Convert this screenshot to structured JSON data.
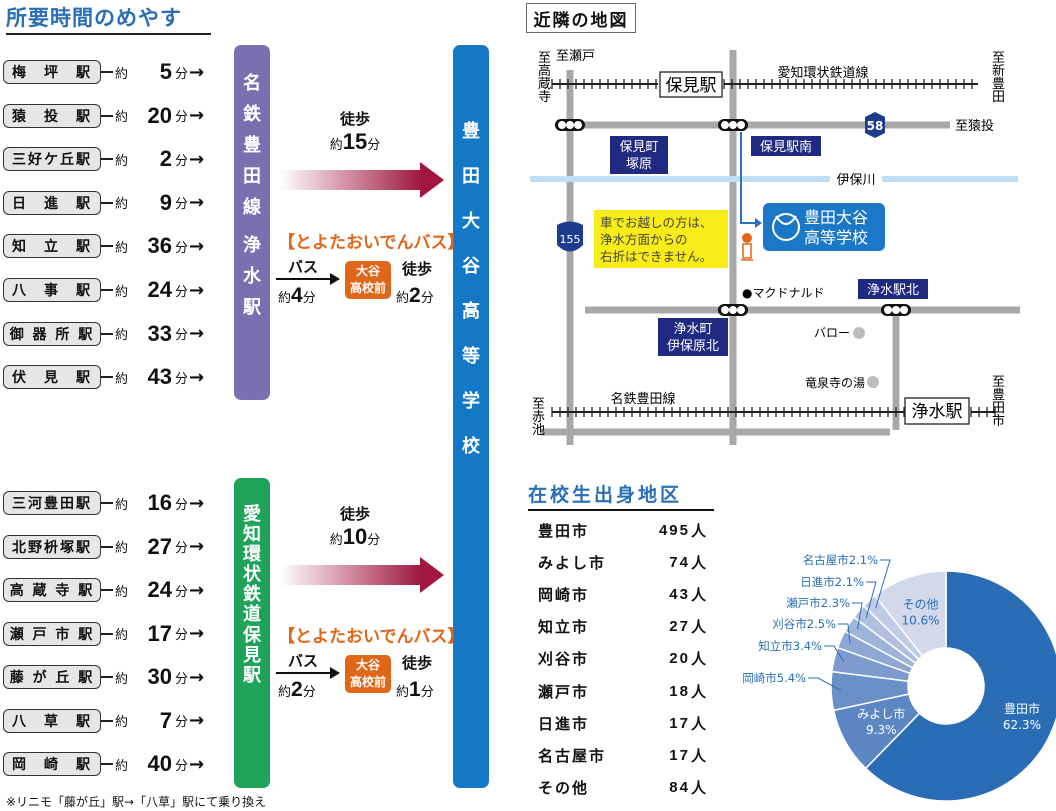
{
  "title": "所要時間のめやす",
  "meitetsu_stations": [
    {
      "name": "梅　坪　駅",
      "yaku": "約",
      "minutes": "5",
      "unit": "分"
    },
    {
      "name": "猿　投　駅",
      "yaku": "約",
      "minutes": "20",
      "unit": "分"
    },
    {
      "name": "三好ケ丘駅",
      "yaku": "約",
      "minutes": "2",
      "unit": "分"
    },
    {
      "name": "日　進　駅",
      "yaku": "約",
      "minutes": "9",
      "unit": "分"
    },
    {
      "name": "知　立　駅",
      "yaku": "約",
      "minutes": "36",
      "unit": "分"
    },
    {
      "name": "八　事　駅",
      "yaku": "約",
      "minutes": "24",
      "unit": "分"
    },
    {
      "name": "御 器 所 駅",
      "yaku": "約",
      "minutes": "33",
      "unit": "分"
    },
    {
      "name": "伏　見　駅",
      "yaku": "約",
      "minutes": "43",
      "unit": "分"
    }
  ],
  "aikan_stations": [
    {
      "name": "三河豊田駅",
      "yaku": "約",
      "minutes": "16",
      "unit": "分"
    },
    {
      "name": "北野枡塚駅",
      "yaku": "約",
      "minutes": "27",
      "unit": "分"
    },
    {
      "name": "高 蔵 寺 駅",
      "yaku": "約",
      "minutes": "24",
      "unit": "分"
    },
    {
      "name": "瀬 戸 市 駅",
      "yaku": "約",
      "minutes": "17",
      "unit": "分"
    },
    {
      "name": "藤 が 丘 駅",
      "yaku": "約",
      "minutes": "30",
      "unit": "分"
    },
    {
      "name": "八　草　駅",
      "yaku": "約",
      "minutes": "7",
      "unit": "分"
    },
    {
      "name": "岡　崎　駅",
      "yaku": "約",
      "minutes": "40",
      "unit": "分"
    }
  ],
  "arrow_glyph": "→",
  "meitetsu_bar": [
    "名",
    "鉄",
    "豊",
    "田",
    "線",
    "",
    "浄",
    "水",
    "駅"
  ],
  "aikan_bar": [
    "愛",
    "知",
    "環",
    "状",
    "鉄",
    "道",
    "",
    "保",
    "見",
    "駅"
  ],
  "school_bar": [
    "豊",
    "田",
    "大",
    "谷",
    "高",
    "等",
    "学",
    "校"
  ],
  "route1": {
    "walk_label": "徒歩",
    "walk_yaku": "約",
    "walk_min": "15",
    "walk_unit": "分",
    "bus_title": "【とよたおいでんバス】",
    "bus_label": "バス",
    "bus_yaku": "約",
    "bus_min": "4",
    "bus_unit": "分",
    "stop_line1": "大谷",
    "stop_line2": "高校前",
    "walk2_label": "徒歩",
    "walk2_yaku": "約",
    "walk2_min": "2",
    "walk2_unit": "分"
  },
  "route2": {
    "walk_label": "徒歩",
    "walk_yaku": "約",
    "walk_min": "10",
    "walk_unit": "分",
    "bus_title": "【とよたおいでんバス】",
    "bus_label": "バス",
    "bus_yaku": "約",
    "bus_min": "2",
    "bus_unit": "分",
    "stop_line1": "大谷",
    "stop_line2": "高校前",
    "walk2_label": "徒歩",
    "walk2_yaku": "約",
    "walk2_min": "1",
    "walk2_unit": "分"
  },
  "footnote": "※リニモ「藤が丘」駅→「八草」駅にて乗り換え",
  "map": {
    "title": "近隣の地図",
    "to_seto": "至瀬戸",
    "to_kozoji": [
      "至",
      "高",
      "蔵",
      "寺"
    ],
    "to_shintoyota": [
      "至",
      "新",
      "豊",
      "田"
    ],
    "to_sanage": "至猿投",
    "to_akaike": [
      "至",
      "赤",
      "池"
    ],
    "to_toyotashi": [
      "至",
      "豊",
      "田",
      "市"
    ],
    "hommi_station": "保見駅",
    "josui_station": "浄水駅",
    "aikan_line": "愛知環状鉄道線",
    "meitetsu_line": "名鉄豊田線",
    "river": "伊保川",
    "route58": "58",
    "route155": "155",
    "intersection_hommi_tsukahara": [
      "保見町",
      "塚原"
    ],
    "intersection_hommi_minami": "保見駅南",
    "intersection_josui_ihohara": [
      "浄水町",
      "伊保原北"
    ],
    "intersection_josui_kita": "浄水駅北",
    "notice": [
      "車でお越しの方は、",
      "浄水方面からの",
      "右折はできません。"
    ],
    "school_name": [
      "豊田大谷",
      "高等学校"
    ],
    "mcdonalds": "●マクドナルド",
    "valor": "バロー",
    "ryusenji": "竜泉寺の湯"
  },
  "stats": {
    "title": "在校生出身地区",
    "unit": "人",
    "rows": [
      {
        "name": "豊田市",
        "count": "495"
      },
      {
        "name": "みよし市",
        "count": "74"
      },
      {
        "name": "岡崎市",
        "count": "43"
      },
      {
        "name": "知立市",
        "count": "27"
      },
      {
        "name": "刈谷市",
        "count": "20"
      },
      {
        "name": "瀬戸市",
        "count": "18"
      },
      {
        "name": "日進市",
        "count": "17"
      },
      {
        "name": "名古屋市",
        "count": "17"
      },
      {
        "name": "その他",
        "count": "84"
      }
    ]
  },
  "chart_data": {
    "type": "pie",
    "title": "",
    "donut": true,
    "slices": [
      {
        "label": "豊田市",
        "value": 62.3,
        "color": "#2a6db4",
        "label_inside": true
      },
      {
        "label": "みよし市",
        "value": 9.3,
        "color": "#5c87c4",
        "label_inside": true
      },
      {
        "label": "岡崎市",
        "value": 5.4,
        "color": "#6a90c9",
        "label_inside": false
      },
      {
        "label": "知立市",
        "value": 3.4,
        "color": "#7d9bcf",
        "label_inside": false
      },
      {
        "label": "刈谷市",
        "value": 2.5,
        "color": "#8ea7d4",
        "label_inside": false
      },
      {
        "label": "瀬戸市",
        "value": 2.3,
        "color": "#a0b3da",
        "label_inside": false
      },
      {
        "label": "日進市",
        "value": 2.1,
        "color": "#b2c0e0",
        "label_inside": false
      },
      {
        "label": "名古屋市",
        "value": 2.1,
        "color": "#c0cce6",
        "label_inside": false
      },
      {
        "label": "その他",
        "value": 10.6,
        "color": "#d3d9ea",
        "label_inside": true
      }
    ],
    "label_color": "#2a6fb4"
  }
}
